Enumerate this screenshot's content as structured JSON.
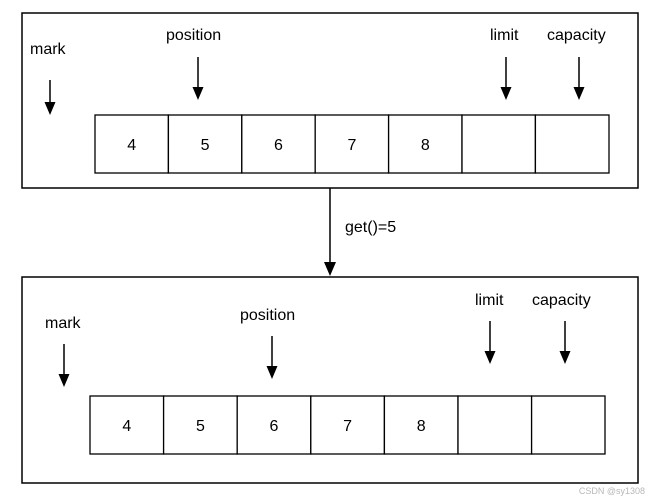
{
  "top_buffer": {
    "labels": {
      "mark": "mark",
      "position": "position",
      "limit": "limit",
      "capacity": "capacity"
    },
    "cells": [
      "4",
      "5",
      "6",
      "7",
      "8",
      "",
      ""
    ]
  },
  "operation": "get()=5",
  "bottom_buffer": {
    "labels": {
      "mark": "mark",
      "position": "position",
      "limit": "limit",
      "capacity": "capacity"
    },
    "cells": [
      "4",
      "5",
      "6",
      "7",
      "8",
      "",
      ""
    ]
  },
  "watermark": "CSDN @sy1308"
}
